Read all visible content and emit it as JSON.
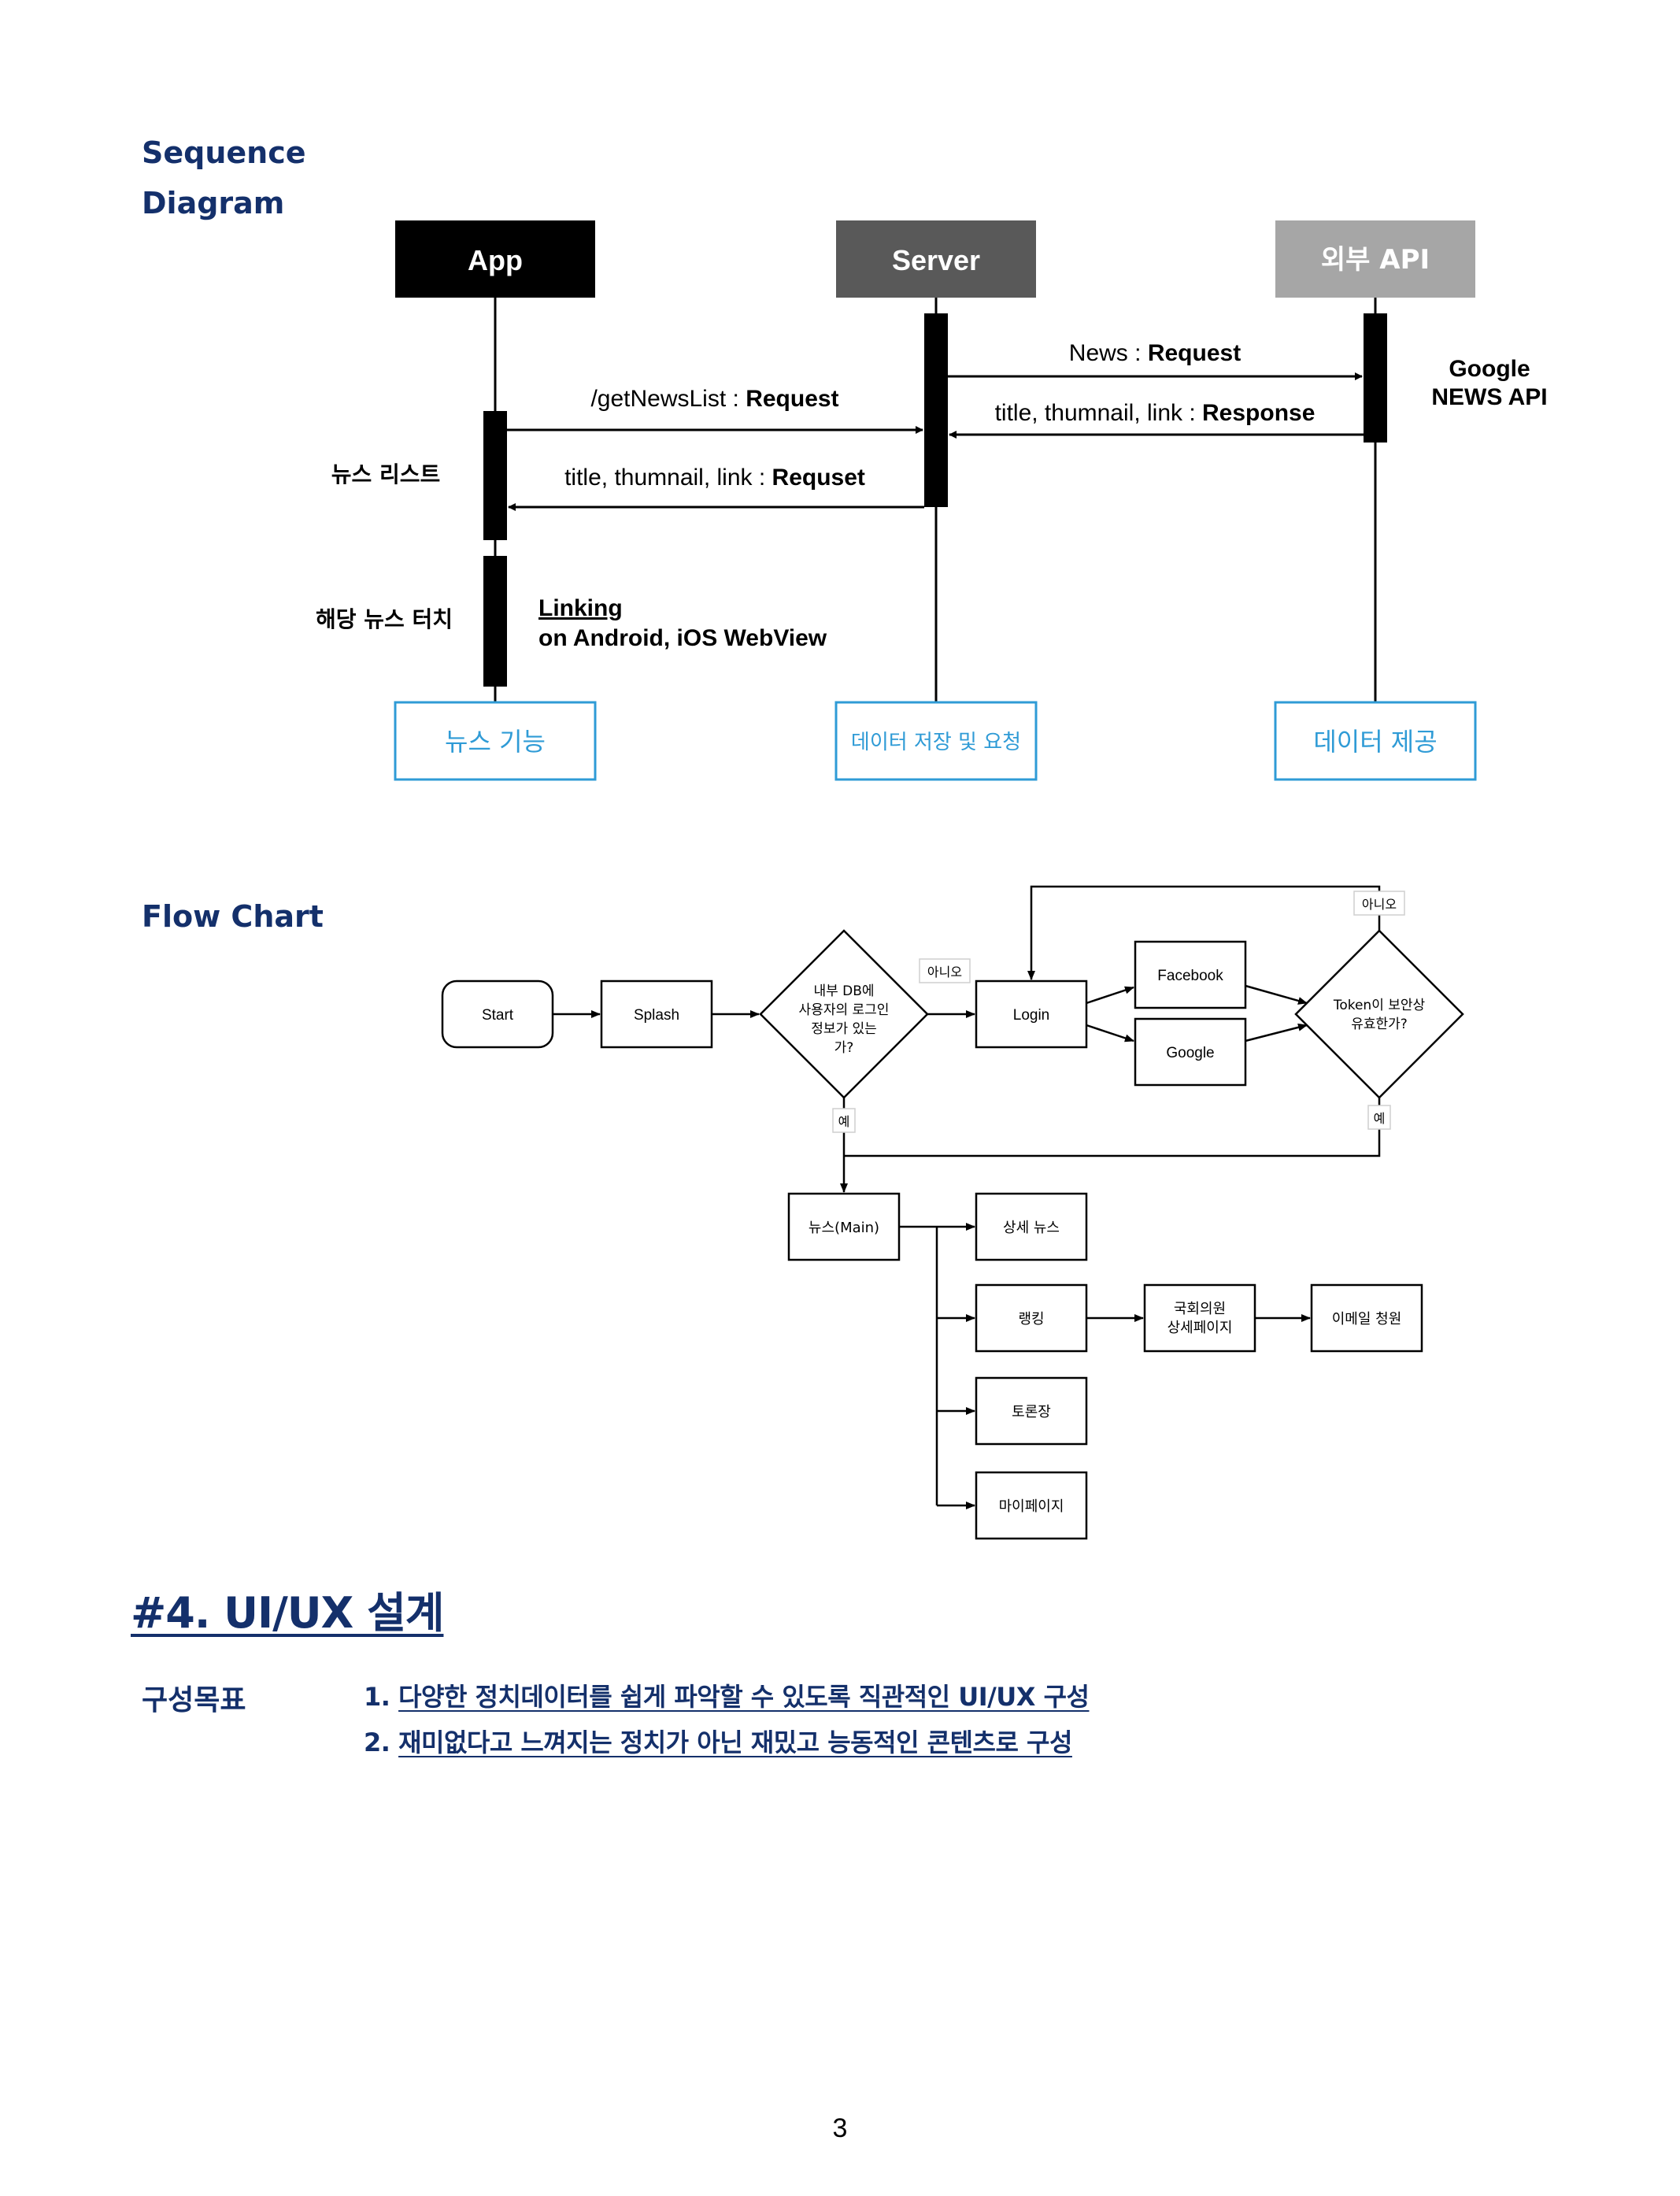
{
  "sequence": {
    "label_line1": "Sequence",
    "label_line2": "Diagram",
    "actors": {
      "app": "App",
      "server": "Server",
      "external": "외부 API"
    },
    "colors": {
      "app": "#000000",
      "server": "#595959",
      "external": "#a6a6a6",
      "bottom_box": "#2f9bd6"
    },
    "messages": {
      "news_request_plain": "News : ",
      "news_request_bold": "Request",
      "response_plain": "title, thumnail, link : ",
      "response_bold": "Response",
      "get_news_plain": "/getNewsList : ",
      "get_news_bold": "Request",
      "reply_plain": "title, thumnail, link : ",
      "reply_bold": "Requset",
      "linking_1": "Linking",
      "linking_2": "on Android, iOS WebView"
    },
    "google_1": "Google",
    "google_2": "NEWS API",
    "side_news_list": "뉴스 리스트",
    "side_touch": "해당 뉴스 터치",
    "bottom": {
      "app": "뉴스 기능",
      "server": "데이터 저장 및 요청",
      "external": "데이터 제공"
    }
  },
  "flow": {
    "label": "Flow Chart",
    "start": "Start",
    "splash": "Splash",
    "decision1": [
      "내부 DB에",
      "사용자의 로그인",
      "정보가 있는",
      "가?"
    ],
    "no1": "아니오",
    "yes1": "예",
    "login": "Login",
    "facebook": "Facebook",
    "google": "Google",
    "decision2": [
      "Token이 보안상",
      "유효한가?"
    ],
    "no2": "아니오",
    "yes2": "예",
    "main": "뉴스(Main)",
    "detail_news": "상세 뉴스",
    "ranking": "랭킹",
    "member_detail": [
      "국회의원",
      "상세페이지"
    ],
    "email": "이메일 청원",
    "debate": "토론장",
    "mypage": "마이페이지"
  },
  "uiux": {
    "heading": "#4. UI/UX 설계",
    "goal_label": "구성목표",
    "goals": [
      {
        "num": "1.",
        "text": "다양한 정치데이터를 쉽게 파악할 수 있도록 직관적인 UI/UX 구성"
      },
      {
        "num": "2.",
        "text": "재미없다고 느껴지는 정치가 아닌 재밌고 능동적인 콘텐츠로 구성"
      }
    ]
  },
  "page_number": "3"
}
